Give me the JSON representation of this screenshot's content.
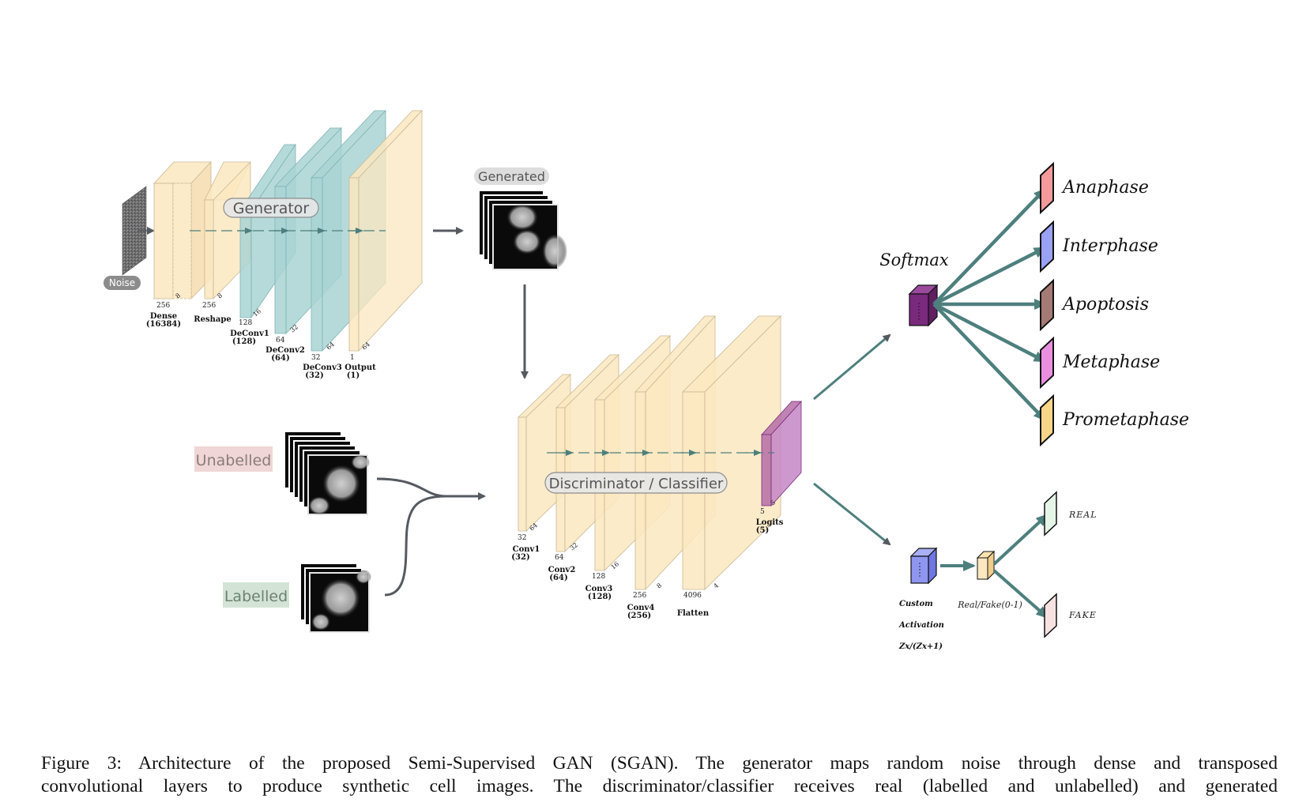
{
  "generator": {
    "pill": "Generator",
    "noise_label": "Noise",
    "layers": [
      {
        "name": "Dense",
        "sub": "(16384)",
        "dim_a": "256",
        "dim_b": "8"
      },
      {
        "name": "Reshape",
        "sub": "",
        "dim_a": "256",
        "dim_b": "8"
      },
      {
        "name": "DeConv1",
        "sub": "(128)",
        "dim_a": "128",
        "dim_b": "16"
      },
      {
        "name": "DeConv2",
        "sub": "(64)",
        "dim_a": "64",
        "dim_b": "32"
      },
      {
        "name": "DeConv3",
        "sub": "(32)",
        "dim_a": "32",
        "dim_b": "64"
      },
      {
        "name": "Output",
        "sub": "(1)",
        "dim_a": "1",
        "dim_b": "64"
      }
    ]
  },
  "generated_label": "Generated",
  "unlabelled_label": "Unabelled",
  "labelled_label": "Labelled",
  "discriminator": {
    "pill": "Discriminator / Classifier",
    "layers": [
      {
        "name": "Conv1",
        "sub": "(32)",
        "dim_a": "32",
        "dim_b": "64"
      },
      {
        "name": "Conv2",
        "sub": "(64)",
        "dim_a": "64",
        "dim_b": "32"
      },
      {
        "name": "Conv3",
        "sub": "(128)",
        "dim_a": "128",
        "dim_b": "16"
      },
      {
        "name": "Conv4",
        "sub": "(256)",
        "dim_a": "256",
        "dim_b": "8"
      },
      {
        "name": "Flatten",
        "sub": "",
        "dim_a": "4096",
        "dim_b": "4"
      },
      {
        "name": "Logits",
        "sub": "(5)",
        "dim_a": "5",
        "dim_b": "5"
      }
    ]
  },
  "softmax_label": "Softmax",
  "classes": [
    {
      "name": "Anaphase",
      "color": "#f59a9a"
    },
    {
      "name": "Interphase",
      "color": "#9aa2f5"
    },
    {
      "name": "Apoptosis",
      "color": "#a57a74"
    },
    {
      "name": "Metaphase",
      "color": "#ea8fe0"
    },
    {
      "name": "Prometaphase",
      "color": "#f7d68a"
    }
  ],
  "custom_activation": [
    "Custom",
    "Activation",
    "Zx/(Zx+1)"
  ],
  "real_fake_label": "Real/Fake(0-1)",
  "real_label": "REAL",
  "fake_label": "FAKE",
  "colors": {
    "tan": "#fce7c0",
    "teal": "#a9d3d4",
    "arrow_teal": "#4d7f7d",
    "arrow_gray": "#555a60",
    "purple": "#7a2a7c",
    "logits": "#b46fa7"
  },
  "caption": {
    "line1": "Figure 3:  Architecture of the proposed Semi-Supervised GAN (SGAN). The generator maps random noise through dense and transposed",
    "line2": "convolutional layers to produce synthetic cell images.  The discriminator/classifier receives real (labelled and unlabelled) and generated"
  }
}
